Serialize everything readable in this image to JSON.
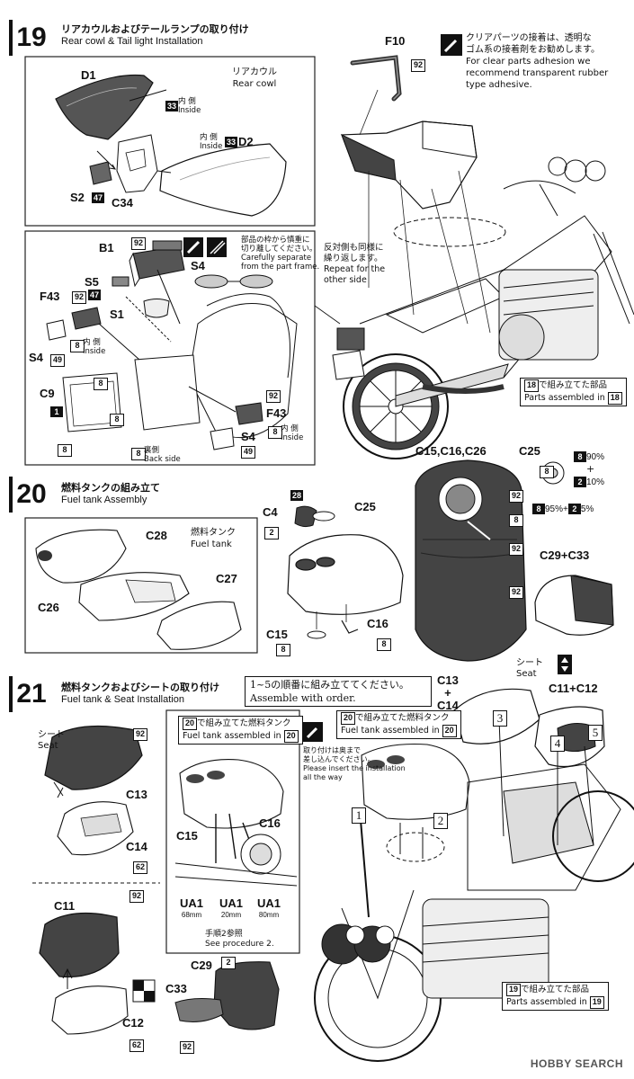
{
  "steps": [
    {
      "number": "19",
      "title_jp": "リアカウルおよびテールランプの取り付け",
      "title_en": "Rear cowl & Tail light Installation"
    },
    {
      "number": "20",
      "title_jp": "燃料タンクの組み立て",
      "title_en": "Fuel tank Assembly"
    },
    {
      "number": "21",
      "title_jp": "燃料タンクおよびシートの取り付け",
      "title_en": "Fuel tank & Seat Installation"
    }
  ],
  "step19": {
    "clear_note_jp": [
      "クリアパーツの接着は、透明な",
      "ゴム系の接着剤をお勧めします。"
    ],
    "clear_note_en": [
      "For clear parts adhesion we",
      "recommend transparent rubber",
      "type adhesive."
    ],
    "rear_cowl_jp": "リアカウル",
    "rear_cowl_en": "Rear cowl",
    "inside_jp": "内 側",
    "inside_en": "Inside",
    "separate_jp": [
      "部品の枠から慎重に",
      "切り離してください。"
    ],
    "separate_en": [
      "Carefully separate",
      "from the part frame."
    ],
    "repeat_jp": [
      "反対側も同様に",
      "繰り返します。"
    ],
    "repeat_en": [
      "Repeat for the",
      "other side"
    ],
    "back_jp": "裏側",
    "back_en": "Back side",
    "assembled_jp": "で組み立てた部品",
    "assembled_en": "Parts assembled in",
    "assembled_step": "18",
    "parts": {
      "d1": "D1",
      "d2": "D2",
      "s2": "S2",
      "c34": "C34",
      "f10": "F10",
      "b1": "B1",
      "s5": "S5",
      "s1": "S1",
      "f43": "F43",
      "f43b": "F43",
      "s4": "S4",
      "s4b": "S4",
      "s4c": "S4",
      "c9": "C9"
    },
    "codes": {
      "n33": "33",
      "n47": "47",
      "n92": "92",
      "n8": "8",
      "n1": "1",
      "n49": "49"
    }
  },
  "step20": {
    "fuel_tank_jp": "燃料タンク",
    "fuel_tank_en": "Fuel tank",
    "parts": {
      "c28": "C28",
      "c27": "C27",
      "c26": "C26",
      "c4": "C4",
      "c25": "C25",
      "c15": "C15",
      "c16": "C16",
      "c15c16c26": "C15,C16,C26",
      "c25b": "C25",
      "c29c33": "C29+C33"
    },
    "codes": {
      "n28": "28",
      "n2": "2",
      "n8": "8",
      "n92": "92"
    },
    "mix": {
      "a1": "8",
      "a1p": "90%",
      "plus": "+",
      "a2": "2",
      "a2p": "10%",
      "b1": "8",
      "b1p": "95%",
      "plus2": "+",
      "b2": "2",
      "b2p": "5%"
    }
  },
  "step21": {
    "order_jp": "1~5の順番に組み立ててください。",
    "order_en": "Assemble with order.",
    "seat_jp": "シート",
    "seat_en": "Seat",
    "assembled_in_jp": "で組み立てた燃料タンク",
    "assembled_in_en": "Fuel tank assembled in",
    "assembled_step": "20",
    "insert_jp": [
      "取り付けは奥まで",
      "差し込んでください。"
    ],
    "insert_en": [
      "Please insert the installation",
      "all the way"
    ],
    "see_jp": "手順2参照",
    "see_en": "See procedure 2.",
    "parts_assembled_jp": "で組み立てた部品",
    "parts_assembled_en": "Parts assembled in",
    "parts_step": "19",
    "parts": {
      "c13c14a": "C13",
      "c13c14plus": "+",
      "c13c14b": "C14",
      "c11c12": "C11+C12",
      "c13": "C13",
      "c14": "C14",
      "c11": "C11",
      "c12": "C12",
      "c29": "C29",
      "c33": "C33",
      "c15": "C15",
      "c16": "C16",
      "ua1a": "UA1",
      "ua1b": "UA1",
      "ua1c": "UA1"
    },
    "ua_lengths": {
      "a": "68mm",
      "b": "20mm",
      "c": "80mm"
    },
    "order_nums": [
      "1",
      "2",
      "3",
      "4",
      "5"
    ],
    "codes": {
      "n92": "92",
      "n62": "62",
      "n2": "2"
    }
  },
  "watermark": "HOBBY SEARCH"
}
